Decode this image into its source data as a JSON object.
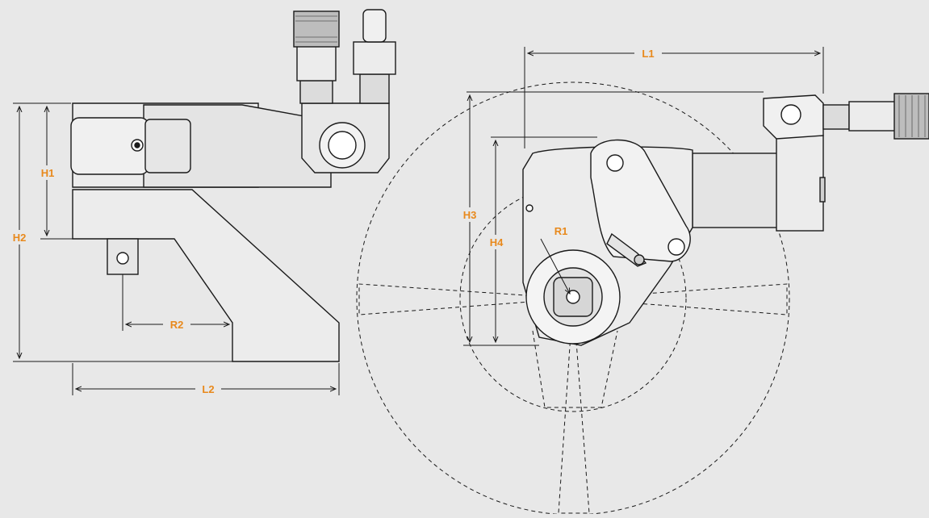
{
  "colors": {
    "background": "#e8e8e8",
    "label": "#e8891c",
    "outline": "#1a1a1a",
    "body_fill": "#ececec",
    "shade_fill": "#d9d9d9"
  },
  "dimensions": {
    "h1": "H1",
    "h2": "H2",
    "r2": "R2",
    "l2": "L2",
    "l1": "L1",
    "h3": "H3",
    "h4": "H4",
    "r1": "R1"
  }
}
